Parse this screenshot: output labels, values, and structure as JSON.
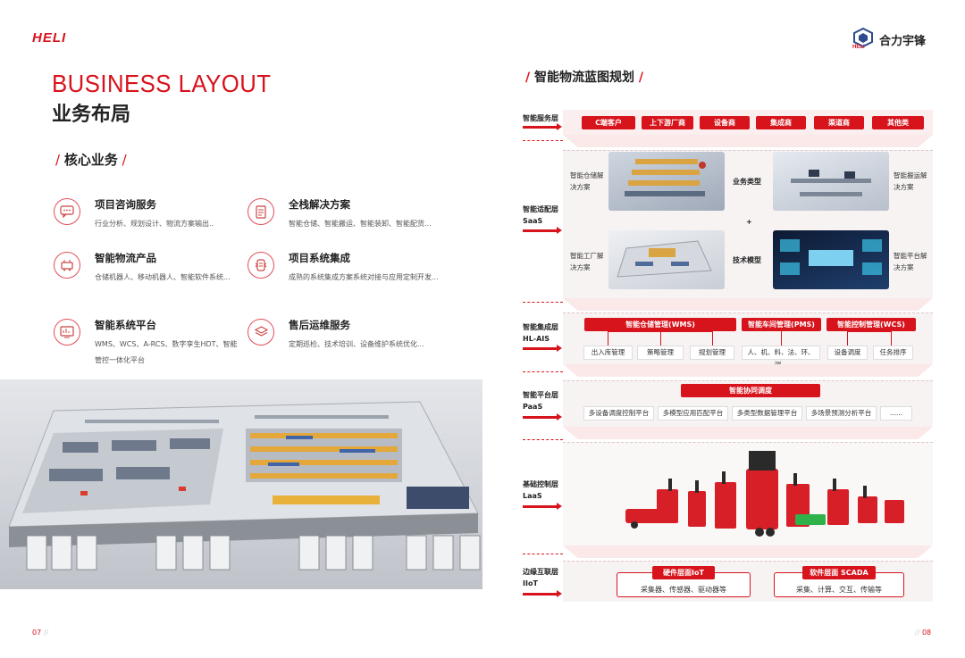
{
  "left": {
    "logo": "HELI",
    "title_en": "BUSINESS LAYOUT",
    "title_cn": "业务布局",
    "section": "核心业务",
    "services": [
      {
        "title": "项目咨询服务",
        "desc": "行业分析、规划设计、物流方案输出..",
        "icon": "chat-icon"
      },
      {
        "title": "全栈解决方案",
        "desc": "智能仓储、智能搬运、智能装卸、智能配货...",
        "icon": "document-icon"
      },
      {
        "title": "智能物流产品",
        "desc": "仓储机器人、移动机器人、智能软件系统...",
        "icon": "robot-icon"
      },
      {
        "title": "项目系统集成",
        "desc": "成熟的系统集成方案系统对接与应用定制开发...",
        "icon": "integration-icon"
      },
      {
        "title": "智能系统平台",
        "desc": "WMS、WCS、A-RCS、数字孪生HDT、智能管控一体化平台",
        "icon": "monitor-icon"
      },
      {
        "title": "售后运维服务",
        "desc": "定期巡检、技术培训、设备维护系统优化...",
        "icon": "layers-icon"
      }
    ],
    "page_no": "07"
  },
  "right": {
    "logo": "合力宇锋",
    "logo_sub": "HELI",
    "title": "智能物流蓝图规划",
    "layers": {
      "service": {
        "name": "智能服务层",
        "chips": [
          "C端客户",
          "上下游厂商",
          "设备商",
          "集成商",
          "渠道商",
          "其他类"
        ]
      },
      "saas": {
        "name": "智能适配层",
        "sub": "SaaS",
        "items": [
          "智能仓储解决方案",
          "智能搬运解决方案",
          "智能工厂解决方案",
          "智能平台解决方案"
        ],
        "mid1": "业务类型",
        "plus": "+",
        "mid2": "技术模型"
      },
      "ais": {
        "name": "智能集成层",
        "sub": "HL-AIS",
        "heads": [
          "智能仓储管理(WMS)",
          "智能车间管理(PMS)",
          "智能控制管理(WCS)"
        ],
        "subs": [
          "出入库管理",
          "策略管理",
          "规划管理",
          "人、机、料、法、环、测...",
          "设备调度",
          "任务排序"
        ]
      },
      "paas": {
        "name": "智能平台层",
        "sub": "PaaS",
        "head": "智能协同调度",
        "items": [
          "多设备调度控制平台",
          "多模型应用匹配平台",
          "多类型数据管理平台",
          "多场景预测分析平台",
          "......"
        ]
      },
      "laas": {
        "name": "基础控制层",
        "sub": "LaaS"
      },
      "iiot": {
        "name": "边缘互联层",
        "sub": "IIoT",
        "boxes": [
          {
            "head": "硬件层面IoT",
            "body": "采集器、传感器、驱动器等"
          },
          {
            "head": "软件层面 SCADA",
            "body": "采集、计算、交互、传输等"
          }
        ]
      }
    },
    "page_no": "08"
  },
  "colors": {
    "accent": "#d7131c"
  }
}
